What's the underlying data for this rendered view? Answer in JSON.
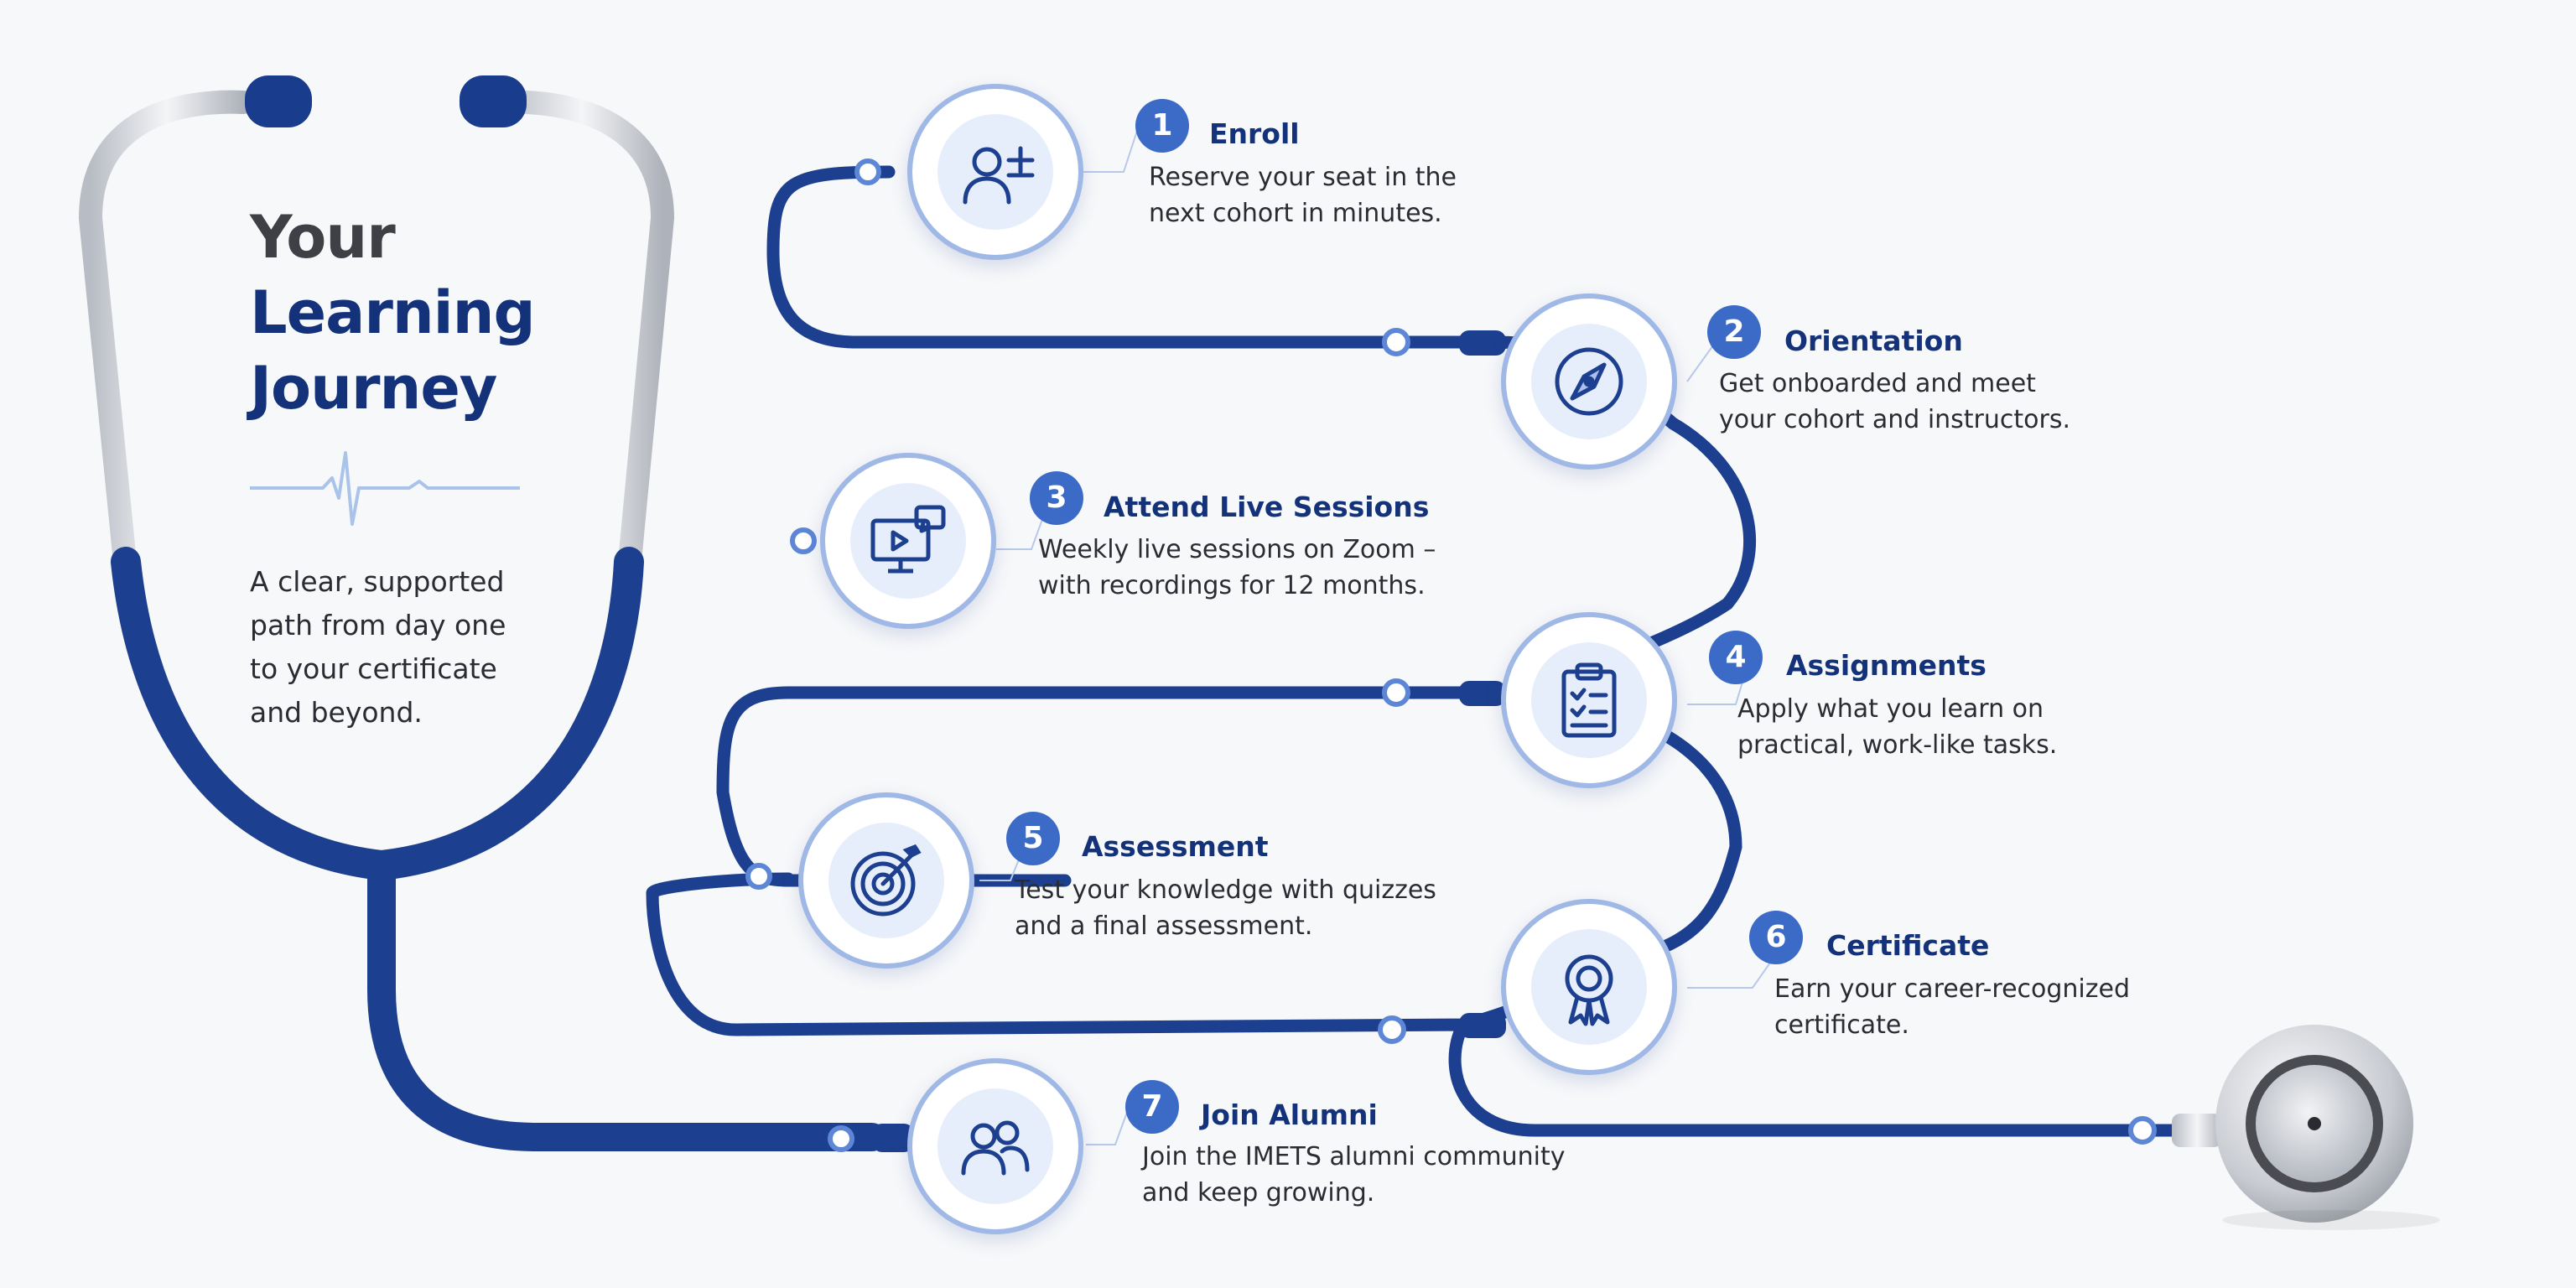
{
  "header": {
    "title_line1": "Your",
    "title_line2": "Learning",
    "title_line3": "Journey",
    "subtitle_lines": [
      "A clear, supported",
      "path from day one",
      "to your certificate",
      "and beyond."
    ]
  },
  "colors": {
    "navy": "#13327a",
    "accent_blue": "#3c6bc7",
    "ring": "#9fb8e6",
    "tube": "#1d3f8f",
    "metal": "#c9ccd2"
  },
  "steps": [
    {
      "number": "1",
      "title": "Enroll",
      "desc1": "Reserve your seat in the",
      "desc2": "next cohort in minutes.",
      "icon": "add-user-icon"
    },
    {
      "number": "2",
      "title": "Orientation",
      "desc1": "Get onboarded and meet",
      "desc2": "your cohort and instructors.",
      "icon": "compass-icon"
    },
    {
      "number": "3",
      "title": "Attend Live Sessions",
      "desc1": "Weekly live sessions on Zoom –",
      "desc2": "with recordings for 12 months.",
      "icon": "monitor-video-icon"
    },
    {
      "number": "4",
      "title": "Assignments",
      "desc1": "Apply what you learn on",
      "desc2": "practical, work-like tasks.",
      "icon": "clipboard-checklist-icon"
    },
    {
      "number": "5",
      "title": "Assessment",
      "desc1": "Test your knowledge with quizzes",
      "desc2": "and a final assessment.",
      "icon": "target-icon"
    },
    {
      "number": "6",
      "title": "Certificate",
      "desc1": "Earn your career-recognized",
      "desc2": "certificate.",
      "icon": "award-ribbon-icon"
    },
    {
      "number": "7",
      "title": "Join Alumni",
      "desc1": "Join the IMETS alumni community",
      "desc2": "and keep growing.",
      "icon": "users-group-icon"
    }
  ]
}
